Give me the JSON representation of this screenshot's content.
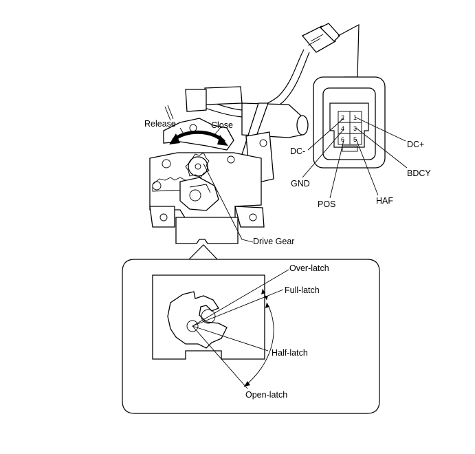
{
  "labels": {
    "release": "Release",
    "close": "Close",
    "drive_gear": "Drive Gear",
    "over_latch": "Over-latch",
    "full_latch": "Full-latch",
    "half_latch": "Half-latch",
    "open_latch": "Open-latch"
  },
  "connector": {
    "pins": [
      {
        "number": "1",
        "name": "DC+"
      },
      {
        "number": "2",
        "name": "DC-"
      },
      {
        "number": "3",
        "name": "BDCY"
      },
      {
        "number": "4",
        "name": "GND"
      },
      {
        "number": "5",
        "name": "HAF"
      },
      {
        "number": "6",
        "name": "POS"
      }
    ]
  }
}
